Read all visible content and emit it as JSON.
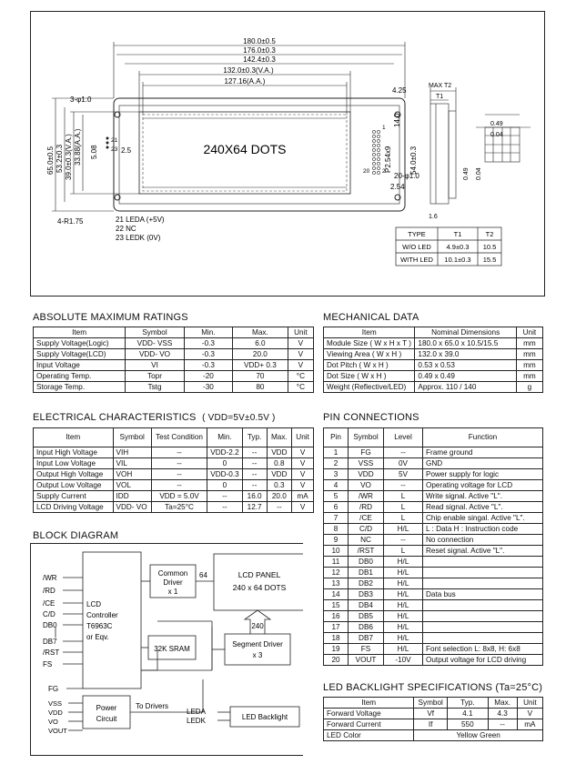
{
  "drawing": {
    "dims_top": [
      "180.0±0.5",
      "176.0±0.3",
      "142.4±0.3",
      "132.0±0.3(V.A.)",
      "127.16(A.A.)"
    ],
    "right_dim": "4.25",
    "hole_label": "3-φ1.0",
    "radius_label": "4-R1.75",
    "left_dims": [
      "65.0±0.5",
      "53.2±0.3",
      "39.0±0.3(V.A.)",
      "33.88(A.A.)",
      "5.08"
    ],
    "small_dims": [
      "2.5",
      "14.0",
      "P2.54x9",
      "54.0±0.3",
      "20-φ1.0",
      "2.54"
    ],
    "pin_nums": [
      "21",
      "23",
      "1",
      "20",
      "2"
    ],
    "display_text": "240X64  DOTS",
    "led_pins": [
      "21  LEDA  (+5V)",
      "22  NC",
      "23  LEDK  (0V)"
    ],
    "side_labels": [
      "MAX  T2",
      "T1",
      "1.6"
    ],
    "dot_dims": [
      "0.49",
      "0.04",
      "0.04",
      "0.49"
    ],
    "thickness_table": {
      "headers": [
        "TYPE",
        "T1",
        "T2"
      ],
      "rows": [
        [
          "W/O  LED",
          "4.9±0.3",
          "10.5"
        ],
        [
          "WITH  LED",
          "10.1±0.3",
          "15.5"
        ]
      ]
    }
  },
  "abs_max": {
    "title": "ABSOLUTE MAXIMUM RATINGS",
    "headers": [
      "Item",
      "Symbol",
      "Min.",
      "Max.",
      "Unit"
    ],
    "rows": [
      [
        "Supply Voltage(Logic)",
        "VDD- VSS",
        "-0.3",
        "6.0",
        "V"
      ],
      [
        "Supply Voltage(LCD)",
        "VDD- VO",
        "-0.3",
        "20.0",
        "V"
      ],
      [
        "Input  Voltage",
        "VI",
        "-0.3",
        "VDD+ 0.3",
        "V"
      ],
      [
        "Operating Temp.",
        "Topr",
        "-20",
        "70",
        "°C"
      ],
      [
        "Storage Temp.",
        "Tstg",
        "-30",
        "80",
        "°C"
      ]
    ]
  },
  "mech": {
    "title": "MECHANICAL DATA",
    "headers": [
      "Item",
      "Nominal Dimensions",
      "Unit"
    ],
    "rows": [
      [
        "Module Size ( W x H x T )",
        "180.0 x 65.0 x 10.5/15.5",
        "mm"
      ],
      [
        "Viewing Area ( W x H )",
        "132.0 x 39.0",
        "mm"
      ],
      [
        "Dot Pitch ( W x H )",
        "0.53 x 0.53",
        "mm"
      ],
      [
        "Dot Size ( W x H )",
        "0.49 x 0.49",
        "mm"
      ],
      [
        "Weight (Reflective/LED)",
        "Approx.  110 / 140",
        "g"
      ]
    ]
  },
  "elec": {
    "title": "ELECTRICAL CHARACTERISTICS",
    "cond": "( VDD=5V±0.5V )",
    "headers": [
      "Item",
      "Symbol",
      "Test Condition",
      "Min.",
      "Typ.",
      "Max.",
      "Unit"
    ],
    "rows": [
      [
        "Input  High Voltage",
        "VIH",
        "--",
        "VDD-2.2",
        "--",
        "VDD",
        "V"
      ],
      [
        "Input  Low Voltage",
        "VIL",
        "--",
        "0",
        "--",
        "0.8",
        "V"
      ],
      [
        "Output High Voltage",
        "VOH",
        "--",
        "VDD-0.3",
        "--",
        "VDD",
        "V"
      ],
      [
        "Output Low Voltage",
        "VOL",
        "--",
        "0",
        "--",
        "0.3",
        "V"
      ],
      [
        "Supply Current",
        "IDD",
        "VDD = 5.0V",
        "--",
        "16.0",
        "20.0",
        "mA"
      ],
      [
        "LCD Driving Voltage",
        "VDD- VO",
        "Ta=25°C",
        "--",
        "12.7",
        "--",
        "V"
      ]
    ]
  },
  "pins": {
    "title": "PIN CONNECTIONS",
    "headers": [
      "Pin",
      "Symbol",
      "Level",
      "Function"
    ],
    "rows": [
      [
        "1",
        "FG",
        "--",
        "Frame ground"
      ],
      [
        "2",
        "VSS",
        "0V",
        "GND"
      ],
      [
        "3",
        "VDD",
        "5V",
        "Power supply for logic"
      ],
      [
        "4",
        "VO",
        "--",
        "Operating voltage for LCD"
      ],
      [
        "5",
        "/WR",
        "L",
        "Write signal. Active \"L\"."
      ],
      [
        "6",
        "/RD",
        "L",
        "Read signal. Active \"L\"."
      ],
      [
        "7",
        "/CE",
        "L",
        "Chip enable singal. Active \"L\"."
      ],
      [
        "8",
        "C/D",
        "H/L",
        "L : Data   H : Instruction code"
      ],
      [
        "9",
        "NC",
        "--",
        "No connection"
      ],
      [
        "10",
        "/RST",
        "L",
        "Reset signal. Active \"L\"."
      ],
      [
        "11",
        "DB0",
        "H/L",
        ""
      ],
      [
        "12",
        "DB1",
        "H/L",
        ""
      ],
      [
        "13",
        "DB2",
        "H/L",
        ""
      ],
      [
        "14",
        "DB3",
        "H/L",
        "Data bus"
      ],
      [
        "15",
        "DB4",
        "H/L",
        ""
      ],
      [
        "16",
        "DB5",
        "H/L",
        ""
      ],
      [
        "17",
        "DB6",
        "H/L",
        ""
      ],
      [
        "18",
        "DB7",
        "H/L",
        ""
      ],
      [
        "19",
        "FS",
        "H/L",
        "Font selection   L: 8x8, H: 6x8"
      ],
      [
        "20",
        "VOUT",
        "-10V",
        "Output voltage for LCD driving"
      ]
    ]
  },
  "block": {
    "title": "BLOCK DIAGRAM",
    "signals": [
      "/WR",
      "/RD",
      "/CE",
      "C/D",
      "DB0",
      "DB7",
      "/RST",
      "FS"
    ],
    "controller": [
      "LCD",
      "Controller",
      "T6963C",
      "or Eqv."
    ],
    "common_driver": [
      "Common",
      "Driver",
      "x 1"
    ],
    "bus64": "64",
    "panel": [
      "LCD  PANEL",
      "240 x 64 DOTS"
    ],
    "bus240": "240",
    "sram": "32K SRAM",
    "seg_driver": [
      "Segment Driver",
      "x 3"
    ],
    "power_signals": [
      "FG",
      "VSS",
      "VDD",
      "VO",
      "VOUT"
    ],
    "power_circuit": [
      "Power",
      "Circuit"
    ],
    "to_drivers": "To Drivers",
    "led_signals": [
      "LEDA",
      "LEDK"
    ],
    "led_backlight": "LED Backlight"
  },
  "led_spec": {
    "title": "LED BACKLIGHT SPECIFICATIONS (Ta=25°C)",
    "headers": [
      "Item",
      "Symbol",
      "Typ.",
      "Max.",
      "Unit"
    ],
    "rows": [
      [
        "Forward Voltage",
        "Vf",
        "4.1",
        "4.3",
        "V"
      ],
      [
        "Forward Current",
        "If",
        "550",
        "--",
        "mA"
      ]
    ],
    "color_row": [
      "LED Color",
      "Yellow Green"
    ]
  }
}
